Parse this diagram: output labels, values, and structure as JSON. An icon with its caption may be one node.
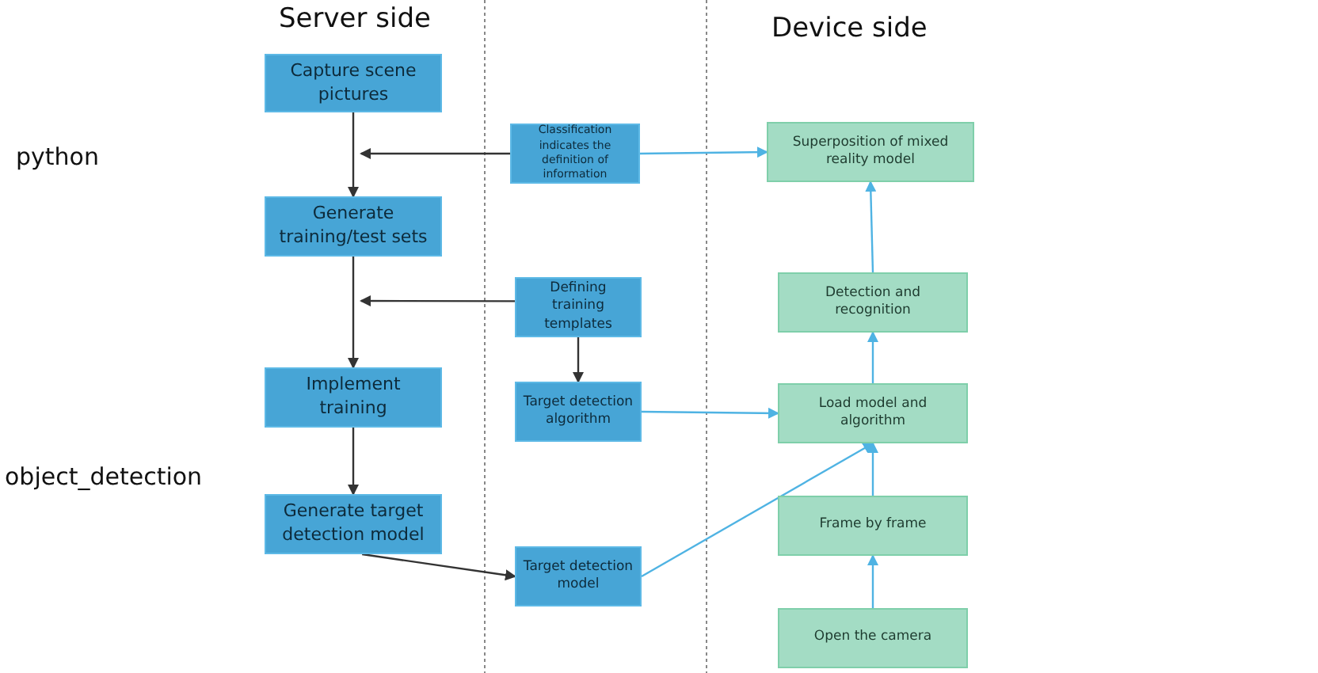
{
  "diagram": {
    "nodes": [
      {
        "text": [
          "Capture scene pictures"
        ]
      },
      {
        "text": [
          "Generate training/test sets"
        ]
      },
      {
        "text": [
          "Implement training"
        ]
      },
      {
        "text": [
          "Generate target detection model"
        ]
      },
      {
        "text": [
          "Classification indicates the definition of information"
        ]
      },
      {
        "text": [
          "Defining training templates"
        ]
      },
      {
        "text": [
          "Target detection algorithm"
        ]
      },
      {
        "text": [
          "Target detection model"
        ]
      },
      {
        "text": [
          "Superposition of mixed reality model"
        ]
      },
      {
        "text": [
          "Detection and recognition"
        ]
      },
      {
        "text": [
          "Load model and algorithm"
        ]
      },
      {
        "text": [
          "Frame by frame"
        ]
      },
      {
        "text": [
          "Open the camera"
        ]
      }
    ],
    "edges": [
      {
        "from": 0,
        "to": 1,
        "arrow": "to"
      },
      {
        "from": 1,
        "to": 2,
        "arrow": "to"
      },
      {
        "from": 2,
        "to": 3,
        "arrow": "to"
      },
      {
        "from": 4,
        "to": null,
        "arrow": "to"
      },
      {
        "from": 5,
        "to": null,
        "arrow": "to"
      },
      {
        "from": 5,
        "to": 6,
        "arrow": "to"
      },
      {
        "from": 3,
        "to": 7,
        "arrow": "to"
      },
      {
        "from": 4,
        "to": 8,
        "arrow": "to",
        "color": "#4fb3e3"
      },
      {
        "from": 6,
        "to": 10,
        "arrow": "to",
        "color": "#4fb3e3"
      },
      {
        "from": 7,
        "to": 10,
        "arrow": "to",
        "color": "#4fb3e3"
      },
      {
        "from": 12,
        "to": 11,
        "arrow": "to",
        "color": "#4fb3e3"
      },
      {
        "from": 11,
        "to": 10,
        "arrow": "to",
        "color": "#4fb3e3"
      },
      {
        "from": 10,
        "to": 9,
        "arrow": "to",
        "color": "#4fb3e3"
      },
      {
        "from": 9,
        "to": 8,
        "arrow": "to",
        "color": "#4fb3e3"
      }
    ],
    "labels": [
      "Server side",
      "Device side",
      "python",
      "object_detection"
    ]
  }
}
